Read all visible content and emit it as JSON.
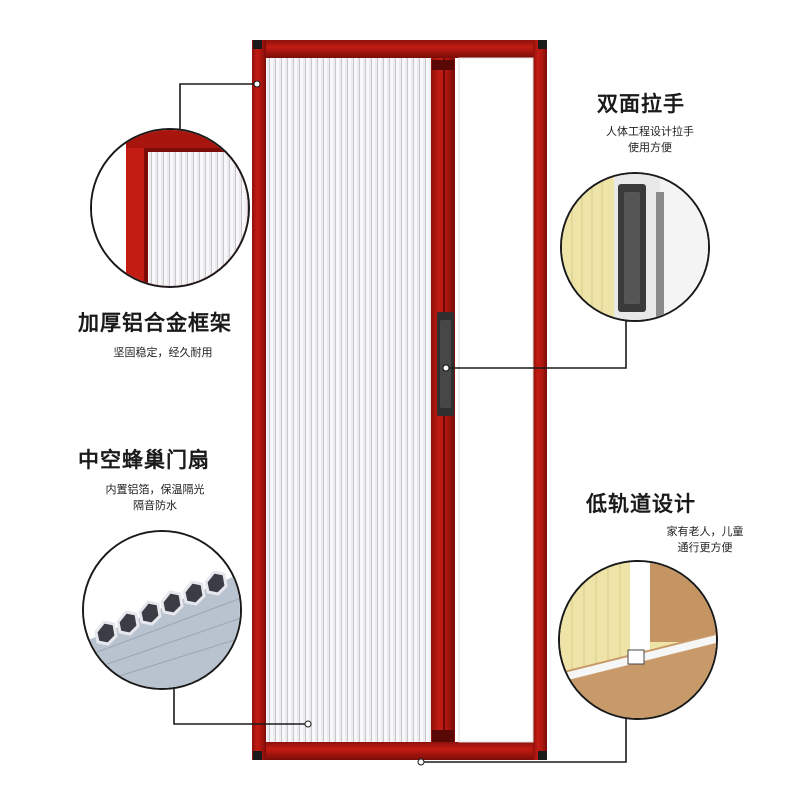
{
  "colors": {
    "frame": "#b3160f",
    "frame_dark": "#7c0c08",
    "pleat": "#e7e7ea",
    "pleat_line": "#c3c3c8",
    "handle": "#3a3a3a",
    "wall": "#efe4a8",
    "floor": "#c59463"
  },
  "features": [
    {
      "title": "加厚铝合金框架",
      "desc": [
        "坚固稳定，经久耐用"
      ],
      "icon": "aluminum-frame-corner-icon"
    },
    {
      "title": "中空蜂巢门扇",
      "desc": [
        "内置铝箔，保温隔光",
        "隔音防水"
      ],
      "icon": "honeycomb-cell-icon"
    },
    {
      "title": "双面拉手",
      "desc": [
        "人体工程设计拉手",
        "使用方便"
      ],
      "icon": "door-handle-icon"
    },
    {
      "title": "低轨道设计",
      "desc": [
        "家有老人，儿童",
        "通行更方便"
      ],
      "icon": "low-track-icon"
    }
  ]
}
